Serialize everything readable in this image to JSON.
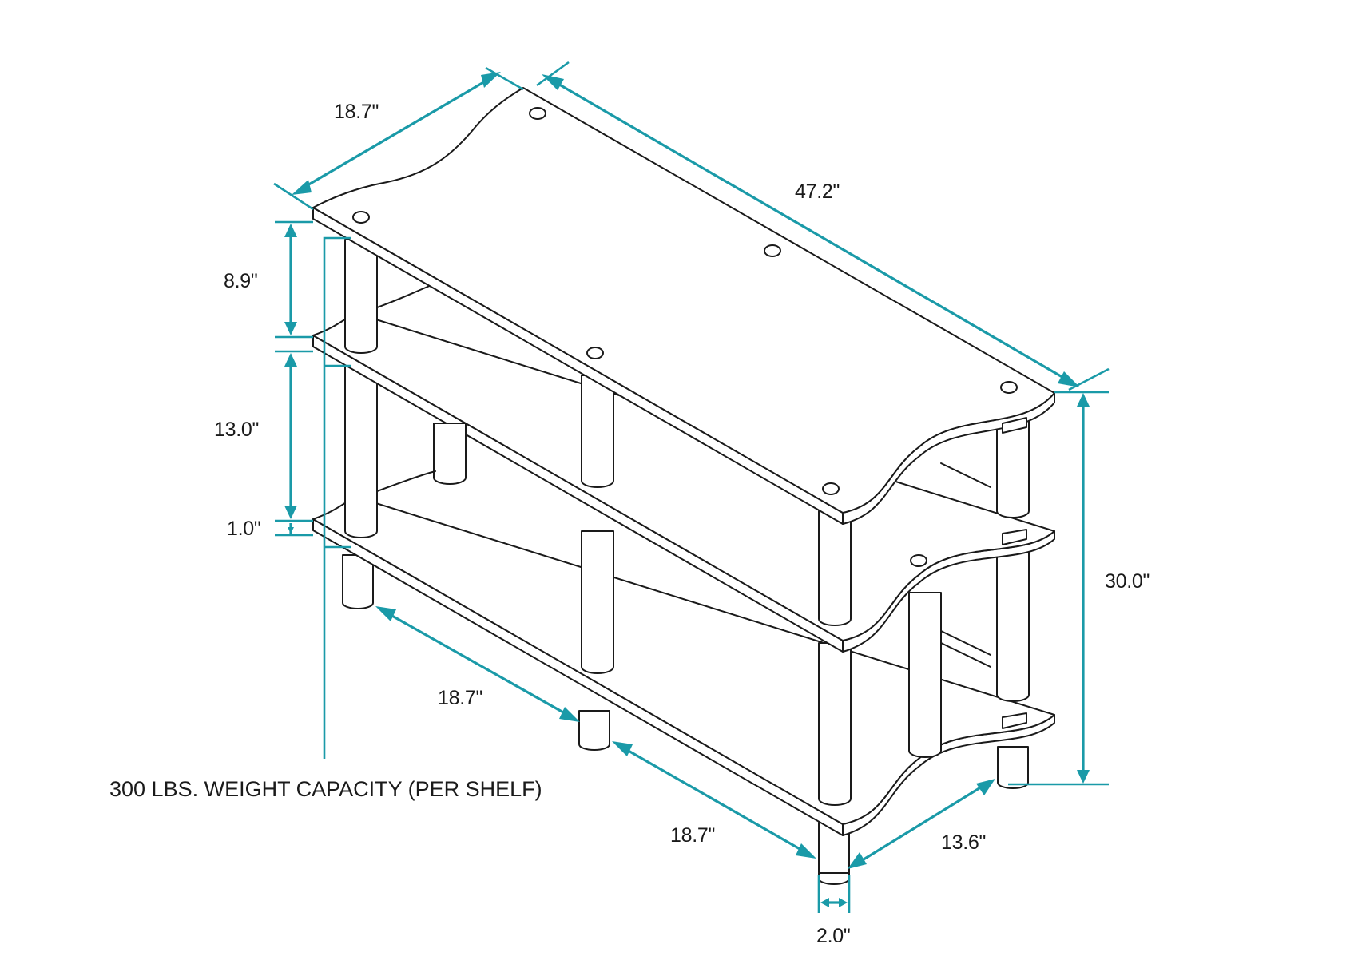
{
  "colors": {
    "dimension": "#1a9aa8",
    "outline": "#1a1a1a",
    "background": "#ffffff"
  },
  "dimensions": {
    "top_depth": "18.7\"",
    "overall_width": "47.2\"",
    "shelf_gap_top": "8.9\"",
    "shelf_gap_middle": "13.0\"",
    "shelf_thickness": "1.0\"",
    "overall_height": "30.0\"",
    "bottom_span_left": "18.7\"",
    "bottom_span_right": "18.7\"",
    "bottom_depth": "13.6\"",
    "leg_diameter": "2.0\""
  },
  "note": "300 LBS. WEIGHT CAPACITY (PER SHELF)"
}
